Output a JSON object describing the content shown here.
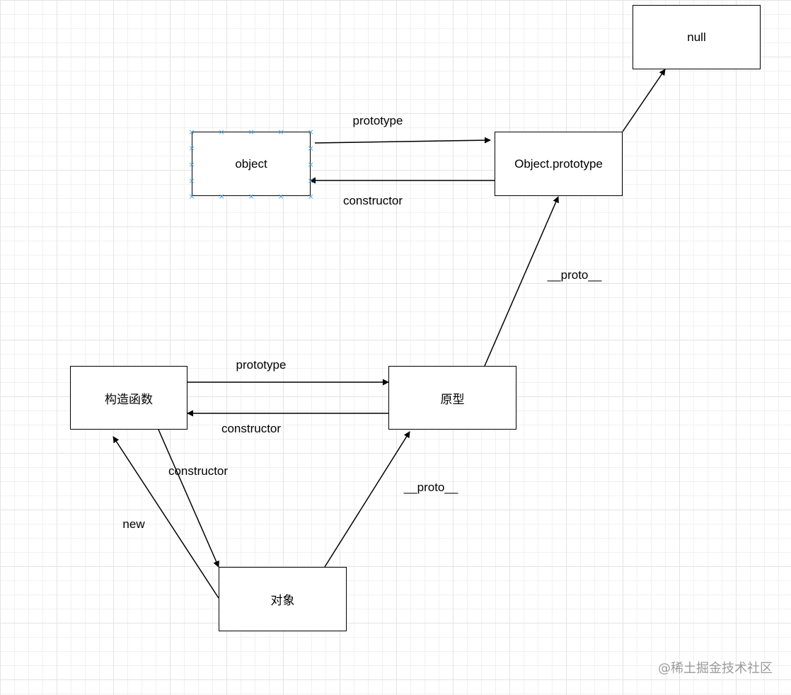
{
  "nodes": {
    "null": "null",
    "object": "object",
    "object_prototype": "Object.prototype",
    "constructor_fn": "构造函数",
    "prototype_obj": "原型",
    "instance": "对象"
  },
  "edge_labels": {
    "object_to_objproto": "prototype",
    "objproto_to_object": "constructor",
    "proto_to_objproto": "__proto__",
    "fn_to_proto": "prototype",
    "proto_to_fn": "constructor",
    "fn_to_instance": "constructor",
    "instance_to_fn": "new",
    "instance_to_proto": "__proto__"
  },
  "watermark": "@稀土掘金技术社区"
}
